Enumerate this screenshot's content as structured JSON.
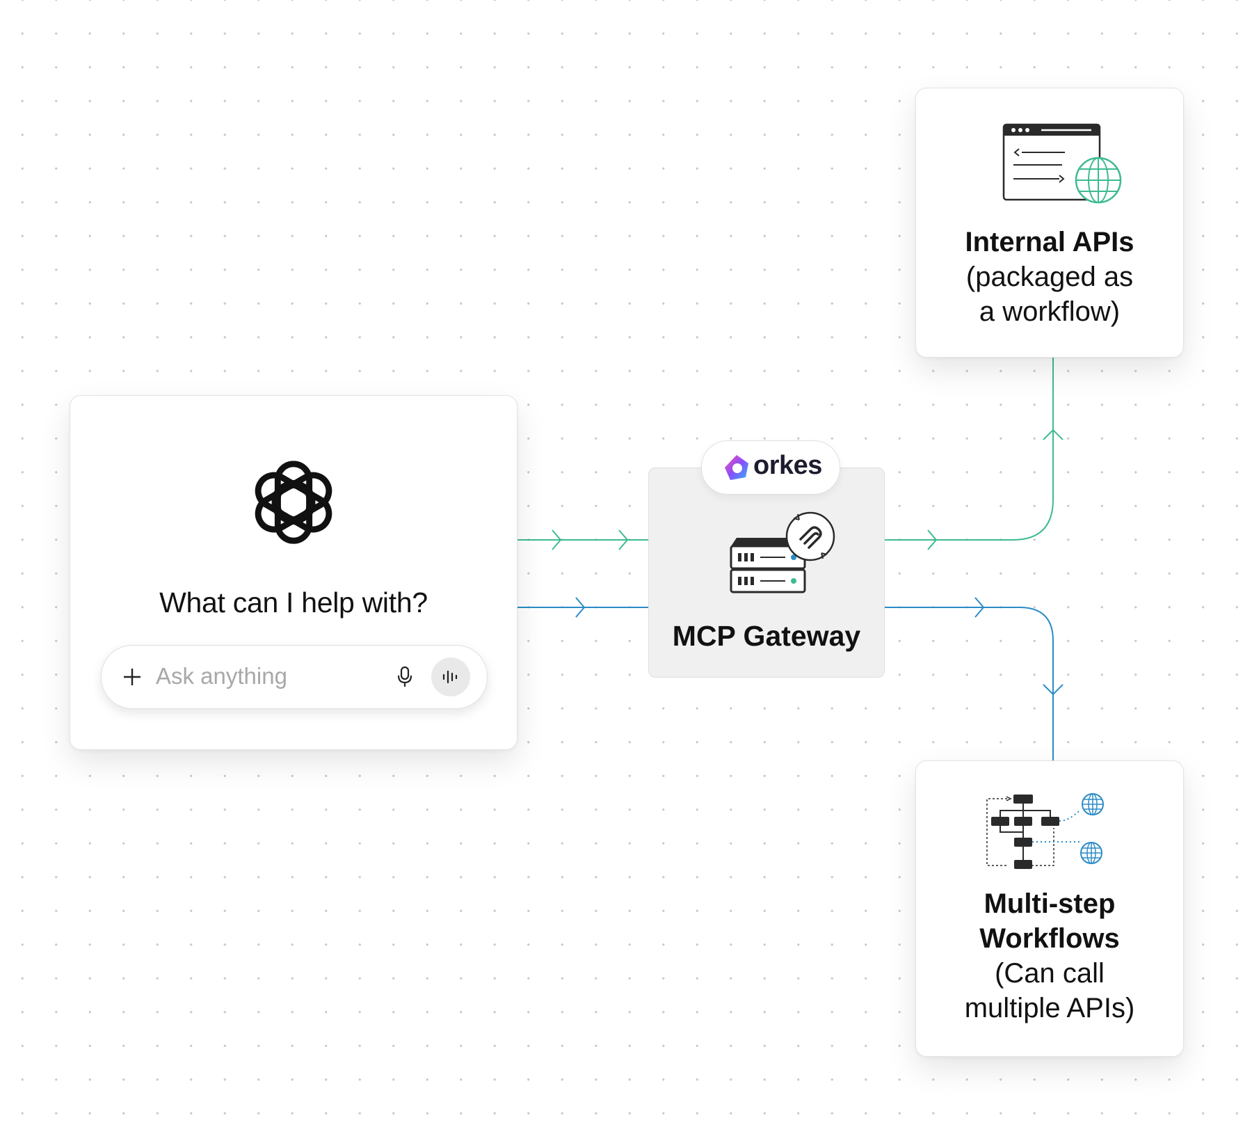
{
  "chat": {
    "logo_icon": "openai-logo-icon",
    "heading": "What can I help with?",
    "input": {
      "placeholder": "Ask anything",
      "plus_icon": "plus-icon",
      "mic_icon": "microphone-icon",
      "voice_icon": "voice-waveform-icon"
    }
  },
  "gateway": {
    "badge_brand": "orkes",
    "badge_icon": "orkes-logo-icon",
    "server_icon": "server-sync-icon",
    "label": "MCP Gateway"
  },
  "targets": {
    "internal_apis": {
      "icon": "browser-api-globe-icon",
      "title": "Internal APIs",
      "subtitle_line1": "(packaged as",
      "subtitle_line2": "a workflow)"
    },
    "workflows": {
      "icon": "workflow-diagram-icon",
      "title_line1": "Multi-step",
      "title_line2": "Workflows",
      "subtitle_line1": "(Can call",
      "subtitle_line2": "multiple APIs)"
    }
  },
  "colors": {
    "request_flow": "#3dbb8f",
    "response_flow": "#2a8cc6",
    "text": "#111111",
    "gateway_bg": "#f0f0f0"
  }
}
